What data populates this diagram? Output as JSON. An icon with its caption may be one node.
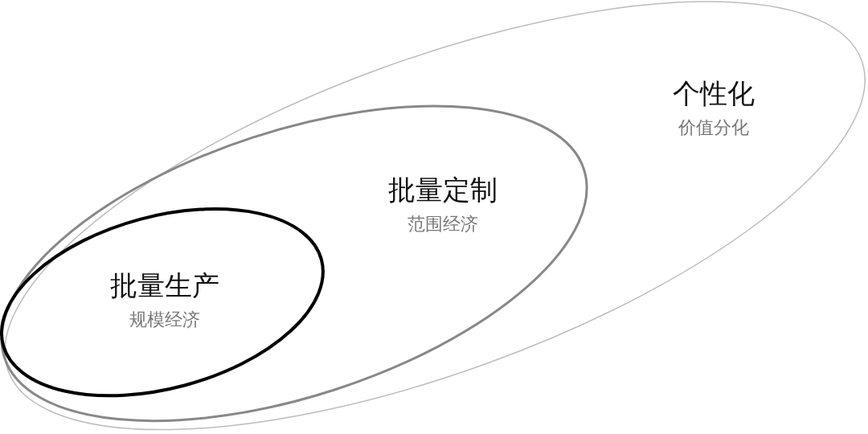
{
  "diagram": {
    "nodes": [
      {
        "text": [
          "个性化",
          "价值分化"
        ]
      },
      {
        "text": [
          "批量定制",
          "范围经济"
        ],
        "in": 0
      },
      {
        "text": [
          "批量生产",
          "规模经济"
        ],
        "in": 1
      }
    ]
  }
}
